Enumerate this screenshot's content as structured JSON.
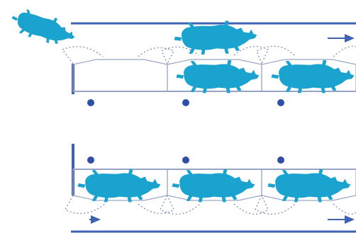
{
  "colors": {
    "line": "#3f62b4",
    "divider": "#8fa0c9",
    "stall": "#9aa6c8",
    "gate": "#7f8fb6",
    "cow": "#1aa3cf",
    "dot": "#2f4fa8"
  },
  "icons": {
    "cow": "cow-silhouette-icon",
    "arrow": "arrow-right-icon",
    "post": "post-dot-icon",
    "gate": "swing-gate-icon"
  },
  "flow_direction": "left-to-right",
  "lanes": [
    {
      "id": "upper",
      "stall_count": 3,
      "occupied_stalls": 2,
      "cows_in_alley": 2
    },
    {
      "id": "lower",
      "stall_count": 3,
      "occupied_stalls": 3,
      "cows_in_alley": 0
    }
  ],
  "posts_per_row": 3
}
